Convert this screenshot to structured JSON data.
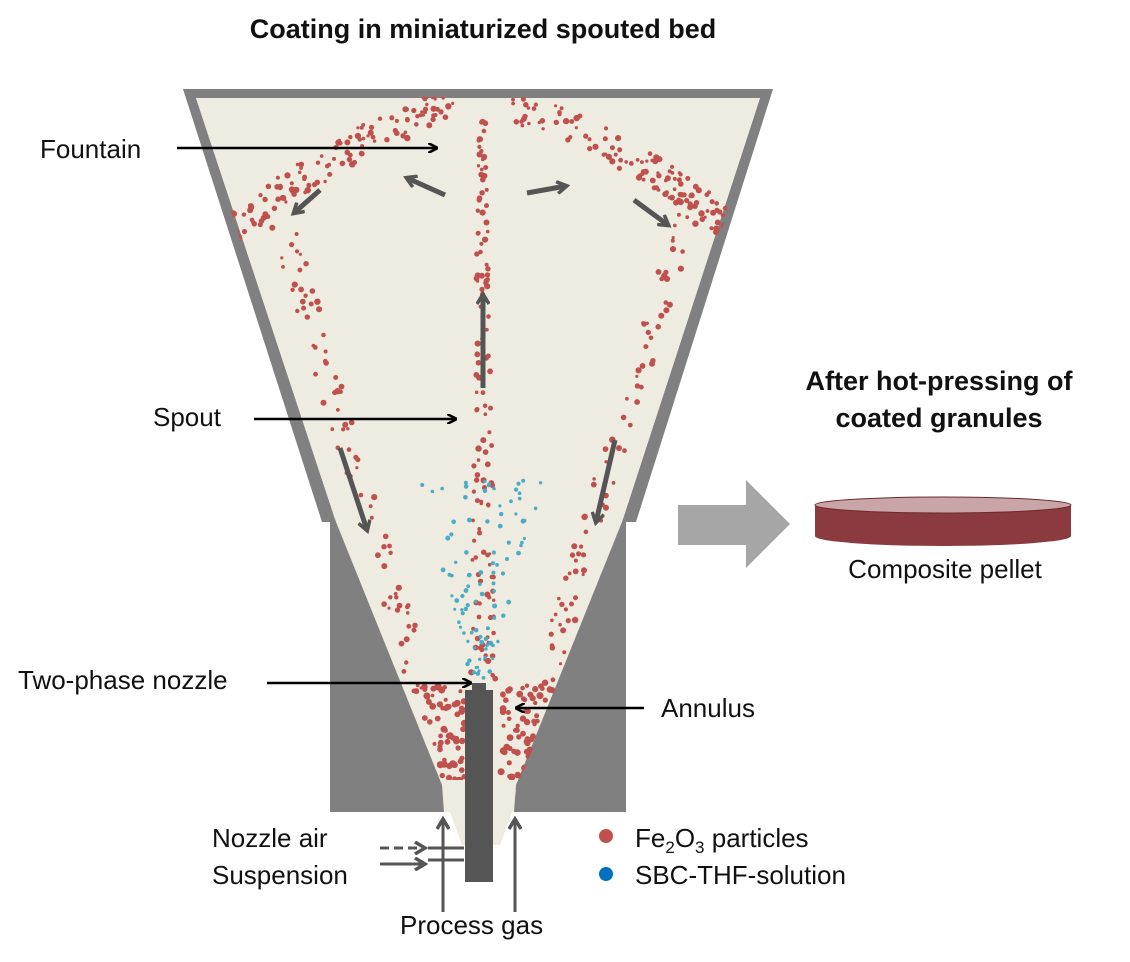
{
  "title": "Coating in miniaturized spouted bed",
  "side_title_line1": "After hot-pressing of",
  "side_title_line2": "coated granules",
  "labels": {
    "fountain": "Fountain",
    "spout": "Spout",
    "two_phase_nozzle": "Two-phase nozzle",
    "annulus": "Annulus",
    "nozzle_air": "Nozzle air",
    "suspension": "Suspension",
    "process_gas": "Process gas",
    "composite_pellet": "Composite pellet"
  },
  "legend": {
    "fe2o3_prefix": "Fe",
    "fe2o3_sub1": "2",
    "fe2o3_mid": "O",
    "fe2o3_sub2": "3",
    "fe2o3_suffix": " particles",
    "sbc": "SBC-THF-solution"
  },
  "colors": {
    "particle_red": "#c0504d",
    "solution_blue": "#4bacc6",
    "vessel_gray": "#808080",
    "vessel_fill": "#eeebe0",
    "nozzle_dark": "#555555",
    "arrow_gray": "#555555",
    "pellet": "#8b3a3f"
  }
}
